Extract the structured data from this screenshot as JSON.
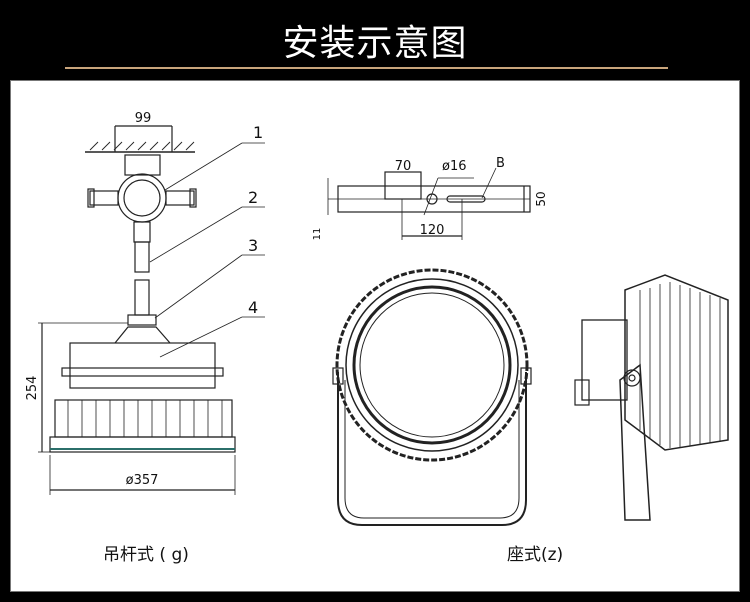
{
  "header": {
    "title": "安装示意图",
    "accent_color": "#c9a57c"
  },
  "pendant": {
    "caption": "吊杆式 ( g)",
    "dim_top": "99",
    "dim_height": "254",
    "dim_diameter": "ø357",
    "callouts": [
      "1",
      "2",
      "3",
      "4"
    ]
  },
  "bracket": {
    "dim_slot": "70",
    "dim_hole": "ø16",
    "label_b": "B",
    "dim_width": "50",
    "dim_spacing": "120",
    "dim_thickness": "11"
  },
  "mount": {
    "caption": "座式(z)"
  }
}
